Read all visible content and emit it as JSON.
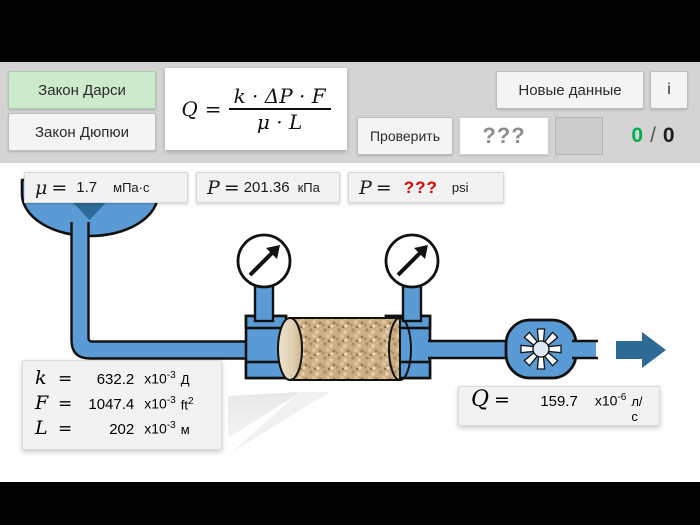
{
  "toolbar": {
    "law_darcy": "Закон Дарси",
    "law_dupuit": "Закон Дюпюи",
    "new_data": "Новые данные",
    "info": "i",
    "check": "Проверить",
    "answer_placeholder": "???",
    "score_correct": "0",
    "score_separator": "/",
    "score_total": "0"
  },
  "formula": {
    "lhs": "Q",
    "equals": "=",
    "numerator": "k · ΔP · F",
    "denominator": "μ · L"
  },
  "readouts": {
    "viscosity": {
      "symbol": "μ",
      "equals": "=",
      "value": "1.7",
      "unit": "мПа·с"
    },
    "pressure_kpa": {
      "symbol": "P",
      "equals": "=",
      "value": "201.36",
      "unit": "кПа"
    },
    "pressure_psi": {
      "symbol": "P",
      "equals": "=",
      "value": "???",
      "unit": "psi",
      "unknown": true
    }
  },
  "parameters": {
    "permeability": {
      "symbol": "k",
      "equals": "=",
      "value": "632.2",
      "factor": "x10",
      "exponent": "-3",
      "unit": "Д"
    },
    "area": {
      "symbol": "F",
      "equals": "=",
      "value": "1047.4",
      "factor": "x10",
      "exponent": "-3",
      "unit": "ft",
      "unit_exponent": "2"
    },
    "length": {
      "symbol": "L",
      "equals": "=",
      "value": "202",
      "factor": "x10",
      "exponent": "-3",
      "unit": "м"
    },
    "flow_rate": {
      "symbol": "Q",
      "equals": "=",
      "value": "159.7",
      "factor": "x10",
      "exponent": "-6",
      "unit": "л/с"
    }
  },
  "apparatus": {
    "tank": "liquid-tank",
    "inlet_arrow": "down-arrow",
    "gauge_left": "pressure-gauge",
    "gauge_right": "pressure-gauge",
    "core_sample": "rock-core-sample",
    "pump": "pump-impeller",
    "outlet_arrow": "right-arrow"
  },
  "colors": {
    "liquid_blue": "#5b9bd5",
    "arrow_dark_blue": "#2e6a96",
    "selected_green": "#cdeacd",
    "toolbar_gray": "#d4d4d4",
    "unknown_red": "#e00000",
    "score_green": "#00b050",
    "core_tan": "#c8a87a"
  }
}
